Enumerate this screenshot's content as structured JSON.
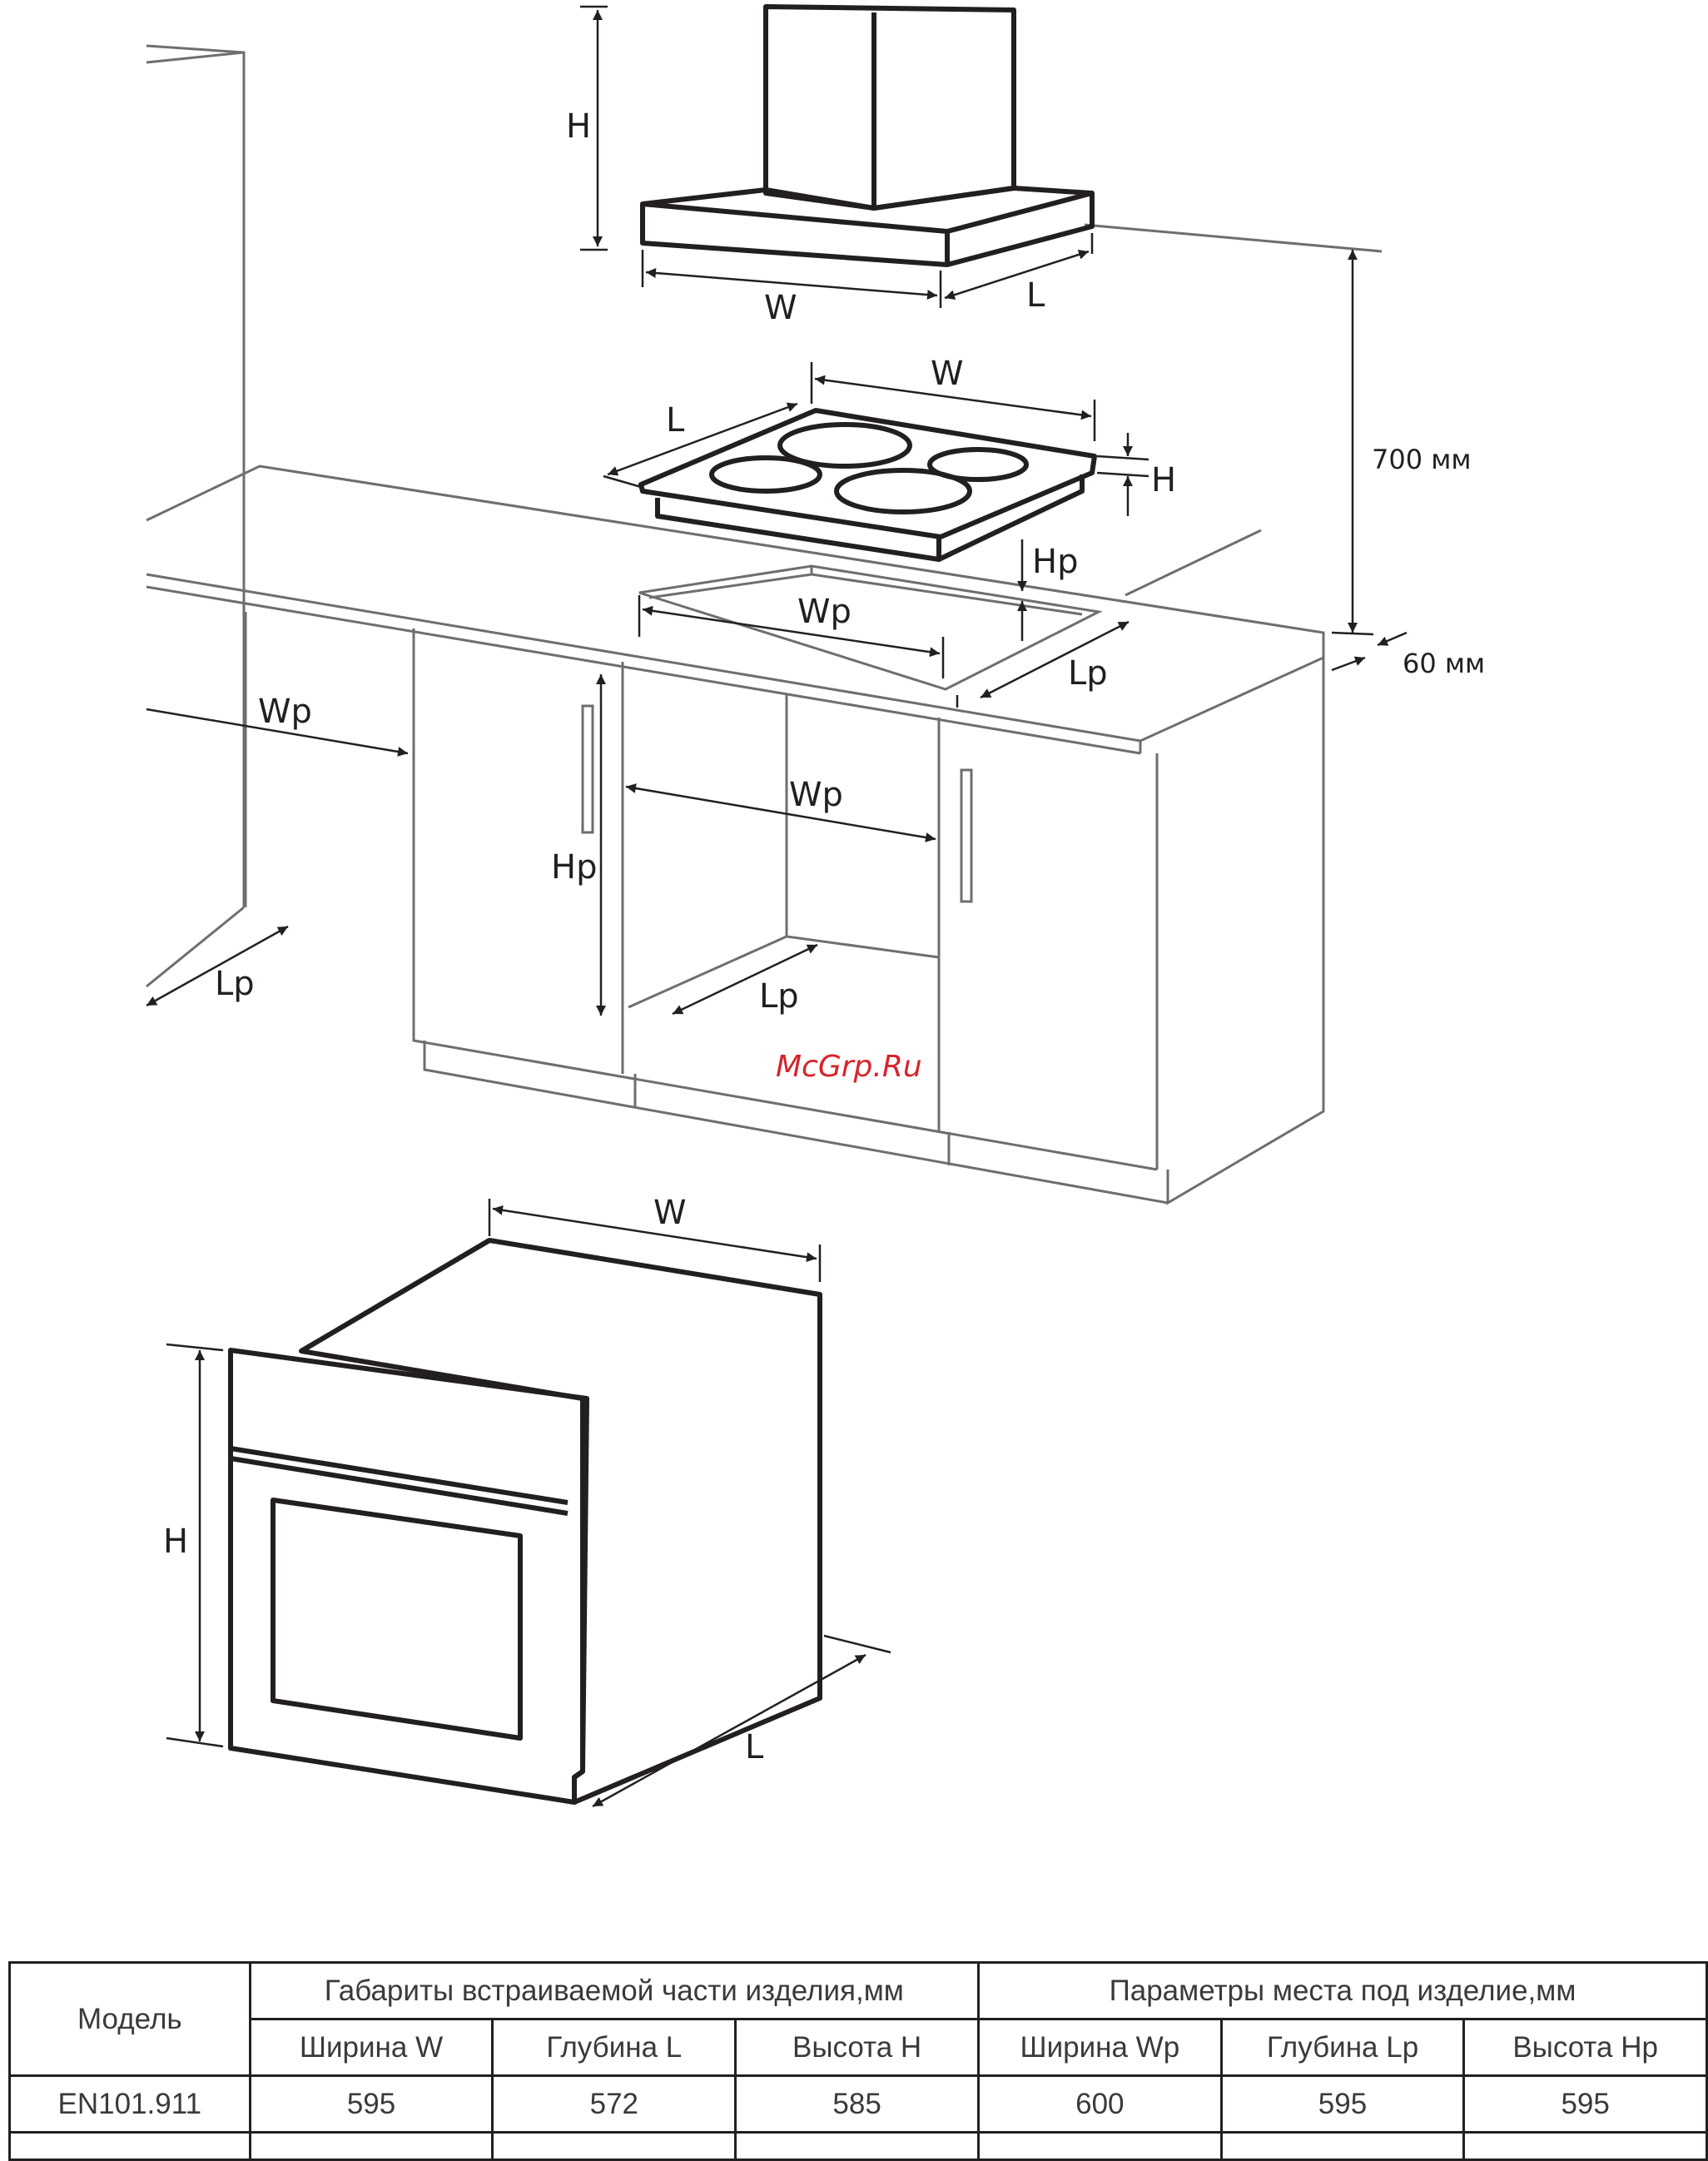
{
  "diagram": {
    "hood": {
      "height_label": "H",
      "width_label": "W",
      "depth_label": "L"
    },
    "hob": {
      "width_label": "W",
      "depth_label": "L",
      "height_label": "H"
    },
    "hob_cutout": {
      "width_label": "Wp",
      "depth_label": "Lp",
      "height_label": "Hp"
    },
    "clearances": {
      "hood_to_hob": "700 мм",
      "hob_edge": "60 мм"
    },
    "side_niche": {
      "width_label": "Wp",
      "depth_label": "Lp"
    },
    "oven_niche": {
      "width_label": "Wp",
      "height_label": "Hp",
      "depth_label": "Lp"
    },
    "oven": {
      "width_label": "W",
      "height_label": "H",
      "depth_label": "L"
    },
    "watermark": "McGrp.Ru"
  },
  "table": {
    "model_header": "Модель",
    "group_built_in": "Габариты встраиваемой части  изделия,мм",
    "group_niche": "Параметры места под изделие,мм",
    "columns": [
      "Ширина W",
      "Глубина L",
      "Высота H",
      "Ширина Wp",
      "Глубина Lp",
      "Высота Hp"
    ],
    "rows": [
      {
        "model": "EN101.911",
        "values": [
          "595",
          "572",
          "585",
          "600",
          "595",
          "595"
        ]
      }
    ]
  }
}
